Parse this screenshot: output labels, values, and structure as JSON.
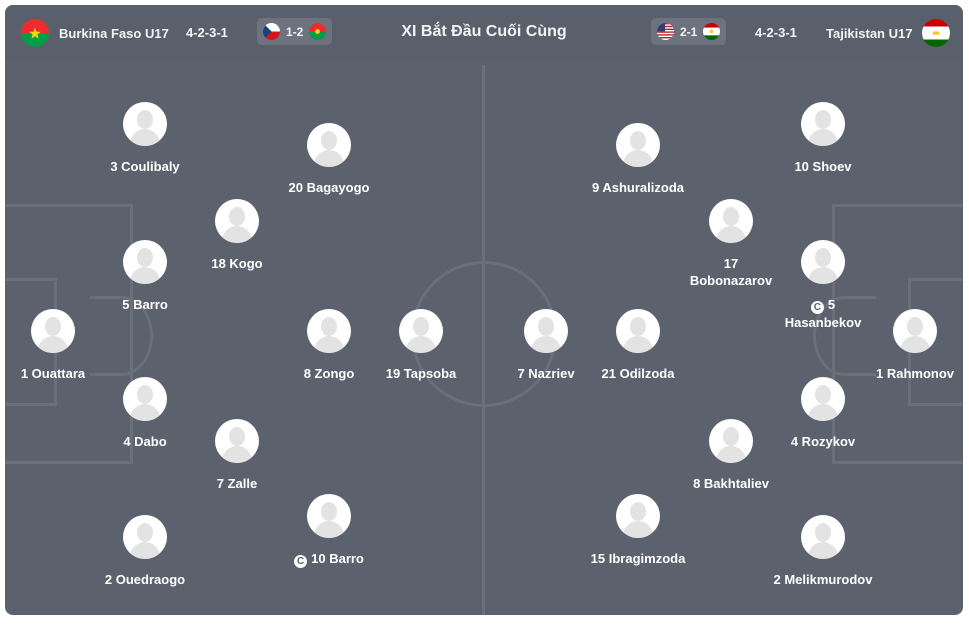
{
  "header": {
    "title": "XI Bắt Đầu Cuối Cùng",
    "home": {
      "name": "Burkina Faso U17",
      "formation": "4-2-3-1",
      "last_match_score": "1-2",
      "flag": "burkina-faso-flag",
      "last_match_opponent_flag": "czech-republic-flag",
      "colors": {
        "red": "#ef2b2d",
        "green": "#009e49",
        "star": "#fcd116"
      }
    },
    "away": {
      "name": "Tajikistan U17",
      "formation": "4-2-3-1",
      "last_match_score": "2-1",
      "flag": "tajikistan-flag",
      "last_match_opponent_flag": "usa-flag",
      "colors": {
        "red": "#cc0000",
        "green": "#006600",
        "crown": "#f8c300"
      }
    }
  },
  "colors": {
    "pitch": "#5b616d",
    "pitch_lines": "#6a7079",
    "text": "#ffffff"
  },
  "home_players": [
    {
      "label": "3 Coulibaly"
    },
    {
      "label": "20 Bagayogo"
    },
    {
      "label": "18 Kogo"
    },
    {
      "label": "5 Barro"
    },
    {
      "label": "1 Ouattara"
    },
    {
      "label": "8 Zongo"
    },
    {
      "label": "19 Tapsoba"
    },
    {
      "label": "4 Dabo"
    },
    {
      "label": "7 Zalle"
    },
    {
      "label": "10 Barro",
      "captain": true
    },
    {
      "label": "2 Ouedraogo"
    }
  ],
  "away_players": [
    {
      "label": "9 Ashuralizoda"
    },
    {
      "label": "10 Shoev"
    },
    {
      "label": "17 Bobonazarov"
    },
    {
      "label": "5 Hasanbekov",
      "captain": true
    },
    {
      "label": "7 Nazriev"
    },
    {
      "label": "21 Odilzoda"
    },
    {
      "label": "1 Rahmonov"
    },
    {
      "label": "4 Rozykov"
    },
    {
      "label": "8 Bakhtaliev"
    },
    {
      "label": "15 Ibragimzoda"
    },
    {
      "label": "2 Melikmurodov"
    }
  ]
}
